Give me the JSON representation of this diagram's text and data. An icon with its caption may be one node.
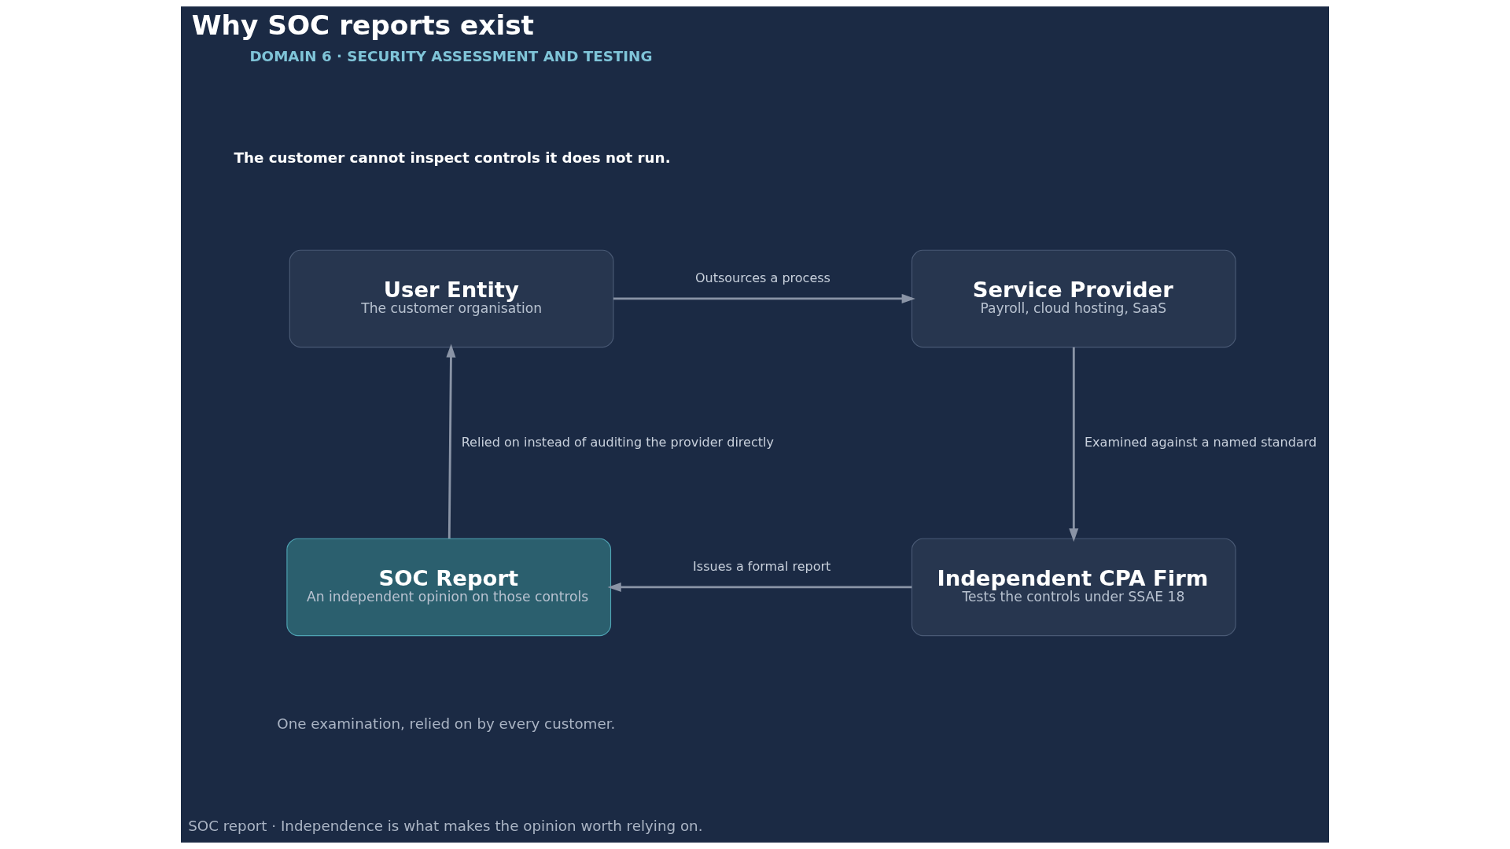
{
  "diagram": {
    "title": "Why SOC reports exist",
    "nodes": [
      {
        "text": [
          "User Entity",
          "The customer organisation"
        ]
      },
      {
        "text": [
          "Service Provider",
          "Payroll, cloud hosting, SaaS"
        ]
      },
      {
        "text": [
          "SOC Report",
          "An independent opinion on those controls"
        ]
      },
      {
        "text": [
          "Independent CPA Firm",
          "Tests the controls under SSAE 18"
        ]
      }
    ],
    "edges": [
      {
        "from": 0,
        "to": 1,
        "arrow": "to",
        "label": "Outsources a process"
      },
      {
        "from": 1,
        "to": 3,
        "arrow": "to",
        "label": "Examined against a named standard"
      },
      {
        "from": 3,
        "to": 2,
        "arrow": "to",
        "label": "Issues a formal report"
      },
      {
        "from": 2,
        "to": 0,
        "arrow": "to",
        "label": "Relied on instead of auditing the provider directly"
      }
    ],
    "labels": [
      "DOMAIN 6 · SECURITY ASSESSMENT AND TESTING",
      "The customer cannot inspect controls it does not run.",
      "One examination, relied on by every customer.",
      "SOC report · Independence is what makes the opinion worth relying on."
    ]
  }
}
